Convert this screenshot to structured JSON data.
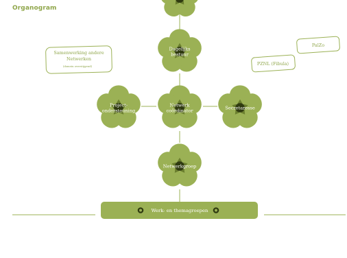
{
  "title": "Organogram",
  "colors": {
    "petal": "#9bb155",
    "petal_dark": "#6b7f2f",
    "center": "#2f3a10",
    "line": "#9bb155",
    "text_green": "#8fa64a",
    "bar": "#9bb155"
  },
  "nodes": {
    "top": {
      "label": ""
    },
    "dagelijks_bestuur": {
      "lines": [
        "Dagelijks",
        "bestuur"
      ]
    },
    "projectondersteuning": {
      "lines": [
        "Project-",
        "ondersteuning"
      ]
    },
    "netwerkcoordinator": {
      "lines": [
        "Netwerk",
        "coördinator"
      ]
    },
    "secretaresse": {
      "lines": [
        "Secretaresse"
      ]
    },
    "netwerkgroep": {
      "lines": [
        "Netwerkgroep"
      ]
    }
  },
  "side_boxes": {
    "samenwerking": {
      "line1": "Samenwerking andere",
      "line2": "Netwerken",
      "line3": "(domein overstijgend)"
    },
    "pznl": {
      "label": "PZNL (Fibula)"
    },
    "palzo": {
      "label": "PalZo"
    }
  },
  "bottom_bar": {
    "label": "Werk- en themagroepen"
  }
}
